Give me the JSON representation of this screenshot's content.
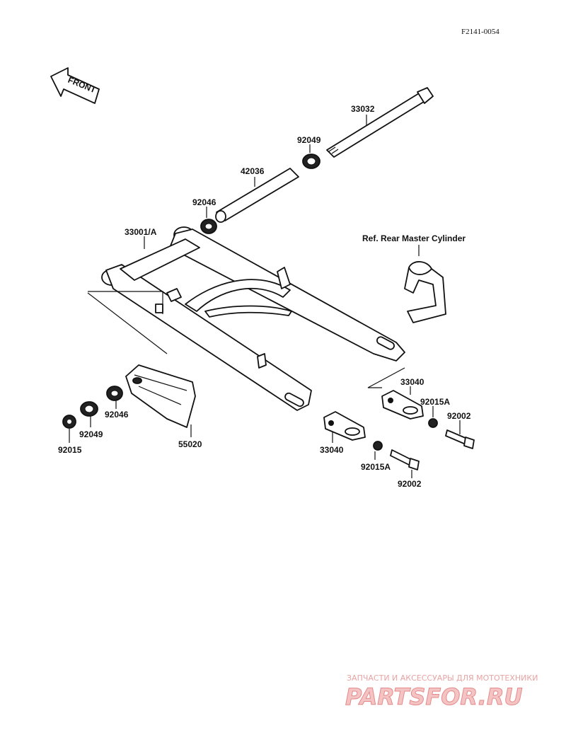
{
  "diagram_code": "F2141-0054",
  "front_label": "FRONT",
  "ref_note": "Ref. Rear Master Cylinder",
  "parts": {
    "p33032": "33032",
    "p92049_top": "92049",
    "p42036": "42036",
    "p92046_top": "92046",
    "p33001a": "33001/A",
    "p33040_right": "33040",
    "p92015a_right": "92015A",
    "p92002_right": "92002",
    "p33040_left": "33040",
    "p92015a_left": "92015A",
    "p92002_left": "92002",
    "p92046_bottom": "92046",
    "p92049_bottom": "92049",
    "p92015_bottom": "92015",
    "p55020": "55020"
  },
  "watermark": {
    "tagline": "ЗАПЧАСТИ И АКСЕССУАРЫ ДЛЯ МОТОТЕХНИКИ",
    "logo": "PARTSFOR.RU"
  }
}
